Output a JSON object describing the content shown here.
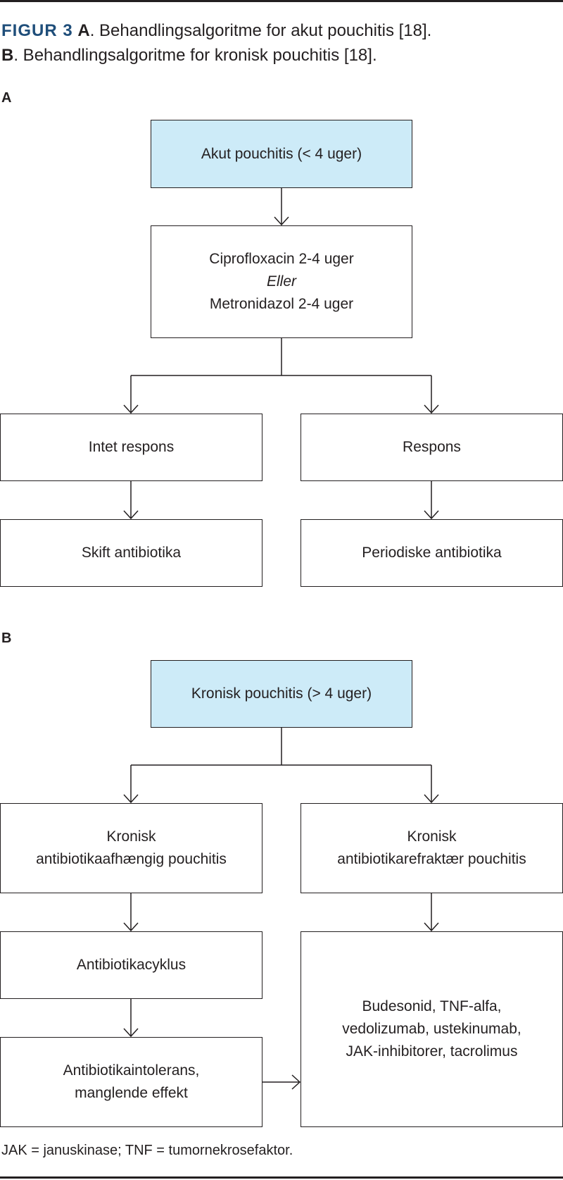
{
  "caption": {
    "label": "FIGUR 3",
    "a_letter": "A",
    "a_text": ". Behandlingsalgoritme for akut pouchitis [18].",
    "b_letter": "B",
    "b_text": ". Behandlingsalgoritme for kronisk pouchitis [18]."
  },
  "section_a": {
    "label": "A",
    "start": "Akut pouchitis (< 4 uger)",
    "treatment": {
      "line1": "Ciprofloxacin 2-4 uger",
      "line2": "Eller",
      "line3": "Metronidazol 2-4 uger"
    },
    "no_response": "Intet respons",
    "response": "Respons",
    "switch_antibiotics": "Skift antibiotika",
    "periodic_antibiotics": "Periodiske antibiotika"
  },
  "section_b": {
    "label": "B",
    "start": "Kronisk pouchitis (> 4 uger)",
    "dependent": {
      "line1": "Kronisk",
      "line2": "antibiotikaafhængig pouchitis"
    },
    "refractory": {
      "line1": "Kronisk",
      "line2": "antibiotikarefraktær pouchitis"
    },
    "cycling": "Antibiotikacyklus",
    "intolerance": {
      "line1": "Antibiotikaintolerans,",
      "line2": "manglende effekt"
    },
    "therapies": {
      "line1": "Budesonid, TNF-alfa,",
      "line2": "vedolizumab, ustekinumab,",
      "line3": "JAK-inhibitorer, tacrolimus"
    }
  },
  "footnote": "JAK = januskinase; TNF = tumornekrosefaktor."
}
